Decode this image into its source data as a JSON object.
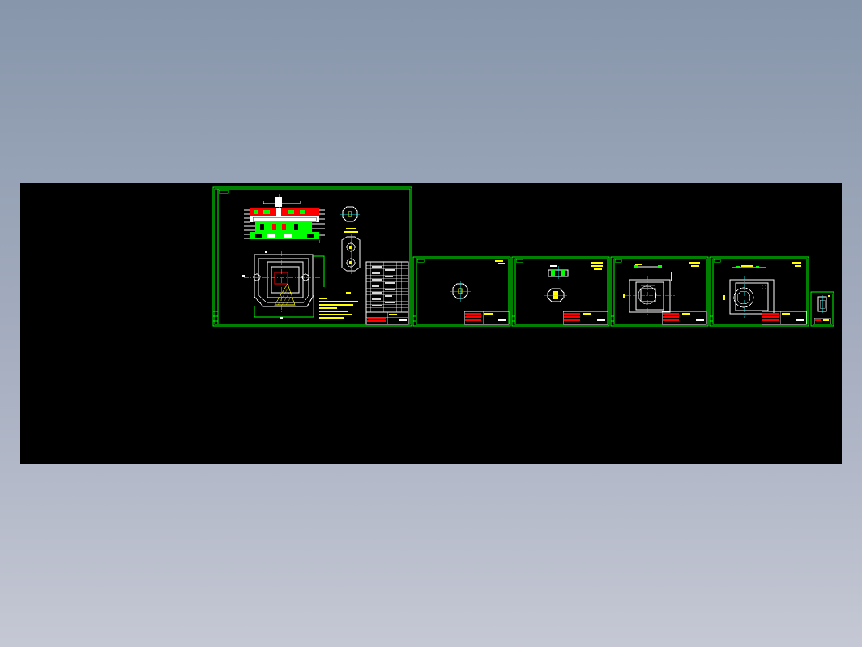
{
  "viewer": {
    "background_top": "#8796ab",
    "background_bottom": "#c5c8d4",
    "canvas_color": "#000000"
  },
  "colors": {
    "frame": "#00ff00",
    "text": "#ffff00",
    "geometry": "#ffffff",
    "center_lines": "#00ffff",
    "title_block_fill": "#ff0000",
    "hatch": "#00ff00",
    "dimension": "#00ffff"
  },
  "sheets": [
    {
      "name": "assembly-sheet",
      "content": "die-assembly"
    },
    {
      "name": "part-sheet-1",
      "content": "octagon-part"
    },
    {
      "name": "part-sheet-2",
      "content": "punch-part"
    },
    {
      "name": "part-sheet-3",
      "content": "plate-with-square-cutout"
    },
    {
      "name": "part-sheet-4",
      "content": "plate-with-bore"
    },
    {
      "name": "part-sheet-5",
      "content": "small-part"
    }
  ]
}
